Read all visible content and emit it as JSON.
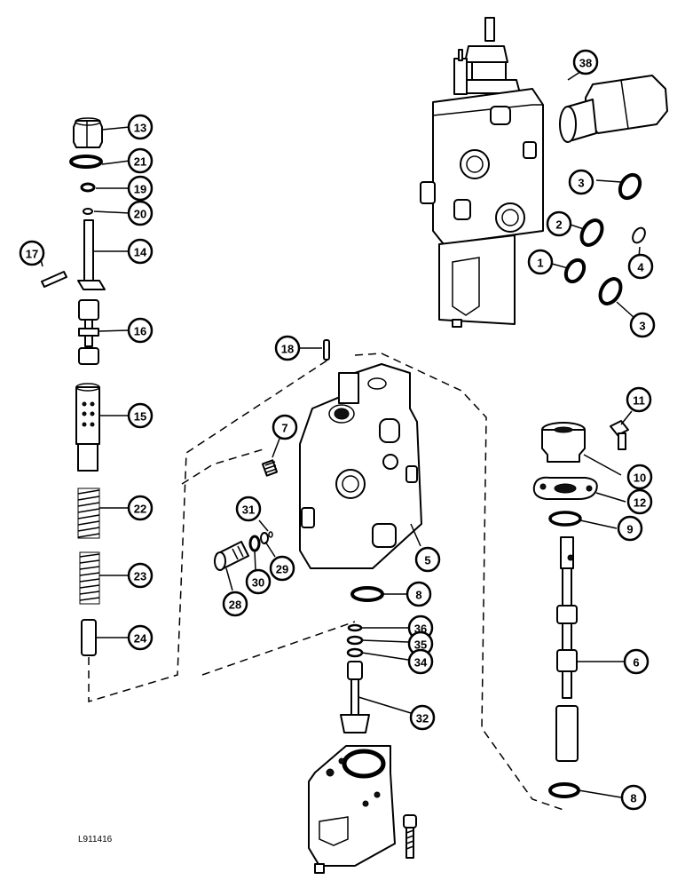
{
  "diagram": {
    "figure_code": "L911416",
    "callouts": [
      {
        "id": "c13",
        "label": "13"
      },
      {
        "id": "c21",
        "label": "21"
      },
      {
        "id": "c19",
        "label": "19"
      },
      {
        "id": "c20",
        "label": "20"
      },
      {
        "id": "c17",
        "label": "17"
      },
      {
        "id": "c14",
        "label": "14"
      },
      {
        "id": "c16",
        "label": "16"
      },
      {
        "id": "c15",
        "label": "15"
      },
      {
        "id": "c22",
        "label": "22"
      },
      {
        "id": "c23",
        "label": "23"
      },
      {
        "id": "c24",
        "label": "24"
      },
      {
        "id": "c38",
        "label": "38"
      },
      {
        "id": "c3a",
        "label": "3"
      },
      {
        "id": "c2",
        "label": "2"
      },
      {
        "id": "c4",
        "label": "4"
      },
      {
        "id": "c1",
        "label": "1"
      },
      {
        "id": "c3b",
        "label": "3"
      },
      {
        "id": "c18",
        "label": "18"
      },
      {
        "id": "c7",
        "label": "7"
      },
      {
        "id": "c11",
        "label": "11"
      },
      {
        "id": "c10",
        "label": "10"
      },
      {
        "id": "c12",
        "label": "12"
      },
      {
        "id": "c9",
        "label": "9"
      },
      {
        "id": "c31",
        "label": "31"
      },
      {
        "id": "c5",
        "label": "5"
      },
      {
        "id": "c29",
        "label": "29"
      },
      {
        "id": "c30",
        "label": "30"
      },
      {
        "id": "c28",
        "label": "28"
      },
      {
        "id": "c8a",
        "label": "8"
      },
      {
        "id": "c36",
        "label": "36"
      },
      {
        "id": "c35",
        "label": "35"
      },
      {
        "id": "c34",
        "label": "34"
      },
      {
        "id": "c6",
        "label": "6"
      },
      {
        "id": "c32",
        "label": "32"
      },
      {
        "id": "c8b",
        "label": "8"
      }
    ]
  }
}
